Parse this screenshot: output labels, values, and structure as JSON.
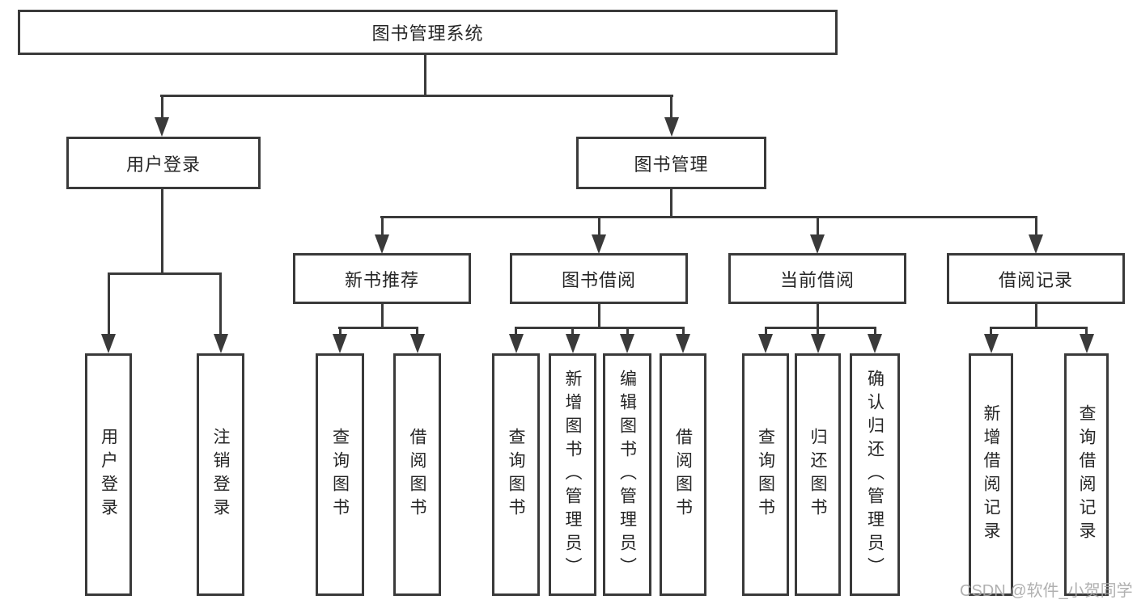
{
  "diagram": {
    "root": "图书管理系统",
    "level2": [
      "用户登录",
      "图书管理"
    ],
    "level3": [
      "新书推荐",
      "图书借阅",
      "当前借阅",
      "借阅记录"
    ],
    "leaves": {
      "login": [
        "用户登录",
        "注销登录"
      ],
      "recommend": [
        "查询图书",
        "借阅图书"
      ],
      "borrowing": [
        "查询图书",
        "新增图书（管理员）",
        "编辑图书（管理员）",
        "借阅图书"
      ],
      "current": [
        "查询图书",
        "归还图书",
        "确认归还（管理员）"
      ],
      "records": [
        "新增借阅记录",
        "查询借阅记录"
      ]
    }
  },
  "watermark": {
    "text": "CSDN @软件_小贺同学"
  },
  "colors": {
    "line": "#3a3a3a",
    "text": "#262626",
    "watermark": "#a8a8a8",
    "background": "#ffffff"
  }
}
